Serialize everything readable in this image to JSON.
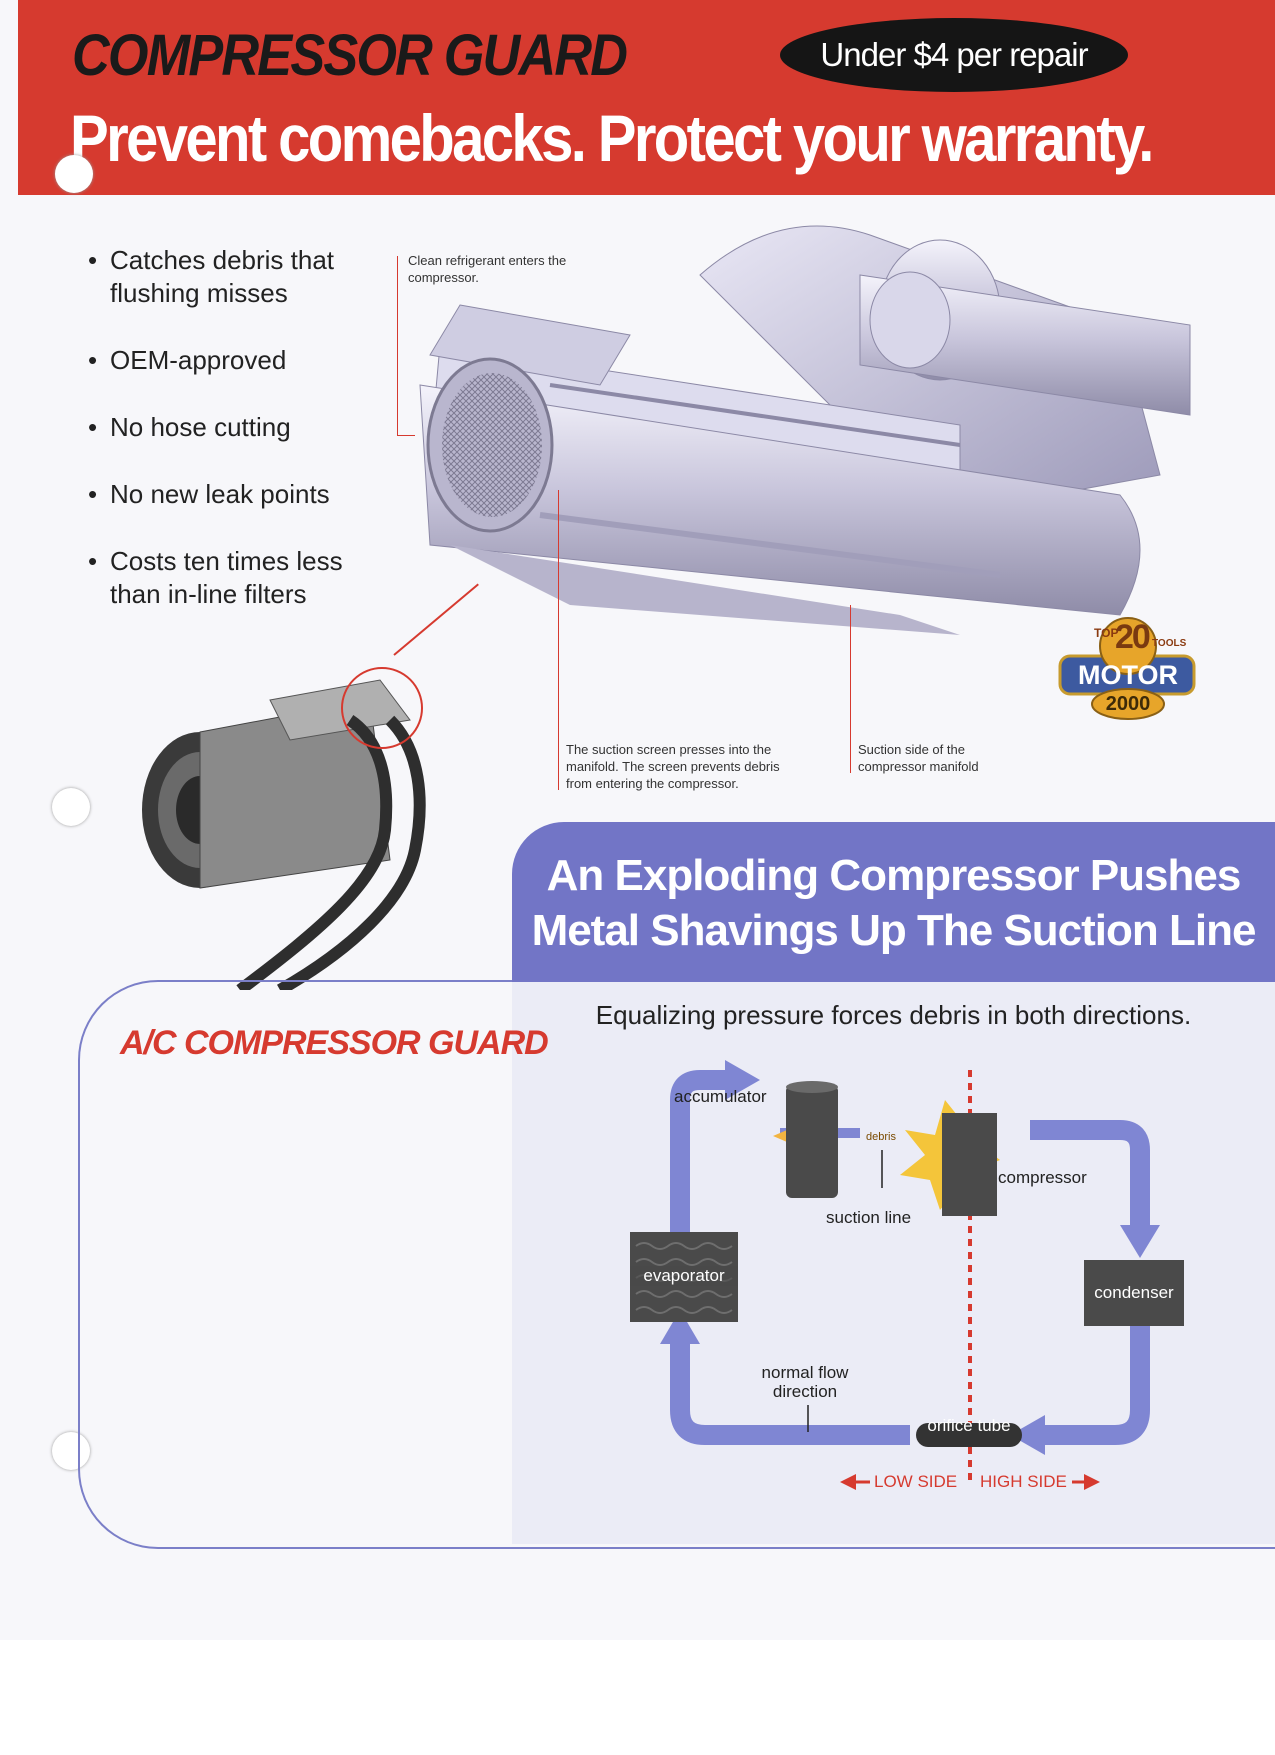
{
  "header": {
    "brand": "COMPRESSOR GUARD",
    "price": "Under $4 per repair",
    "tagline": "Prevent comebacks. Protect your warranty."
  },
  "bullets": [
    "Catches debris that flushing misses",
    "OEM-approved",
    "No hose cutting",
    "No new leak points",
    "Costs ten times less than in-line filters"
  ],
  "callouts": {
    "clean": "Clean refrigerant enters the compressor.",
    "screen": "The suction screen presses into the manifold. The screen prevents debris from entering the compressor.",
    "suction_side": "Suction side of the compressor manifold"
  },
  "badge": {
    "top": "TOP",
    "number": "20",
    "tools": "TOOLS",
    "brand": "MOTOR",
    "year": "2000"
  },
  "banner": {
    "line1": "An Exploding Compressor Pushes",
    "line2": "Metal Shavings Up The Suction Line"
  },
  "panel": {
    "title": "A/C COMPRESSOR GUARD",
    "subtitle": "Equalizing pressure forces debris in both directions."
  },
  "diagram": {
    "accumulator": "accumulator",
    "debris": "debris",
    "compressor": "compressor",
    "suction_line": "suction line",
    "evaporator": "evaporator",
    "condenser": "condenser",
    "normal_flow": "normal flow direction",
    "orifice_tube": "orifice tube",
    "low_side": "LOW SIDE",
    "high_side": "HIGH SIDE"
  },
  "colors": {
    "brand_red": "#d63a2f",
    "banner_blue": "#7275c6",
    "flow_blue": "#7f86d3"
  }
}
